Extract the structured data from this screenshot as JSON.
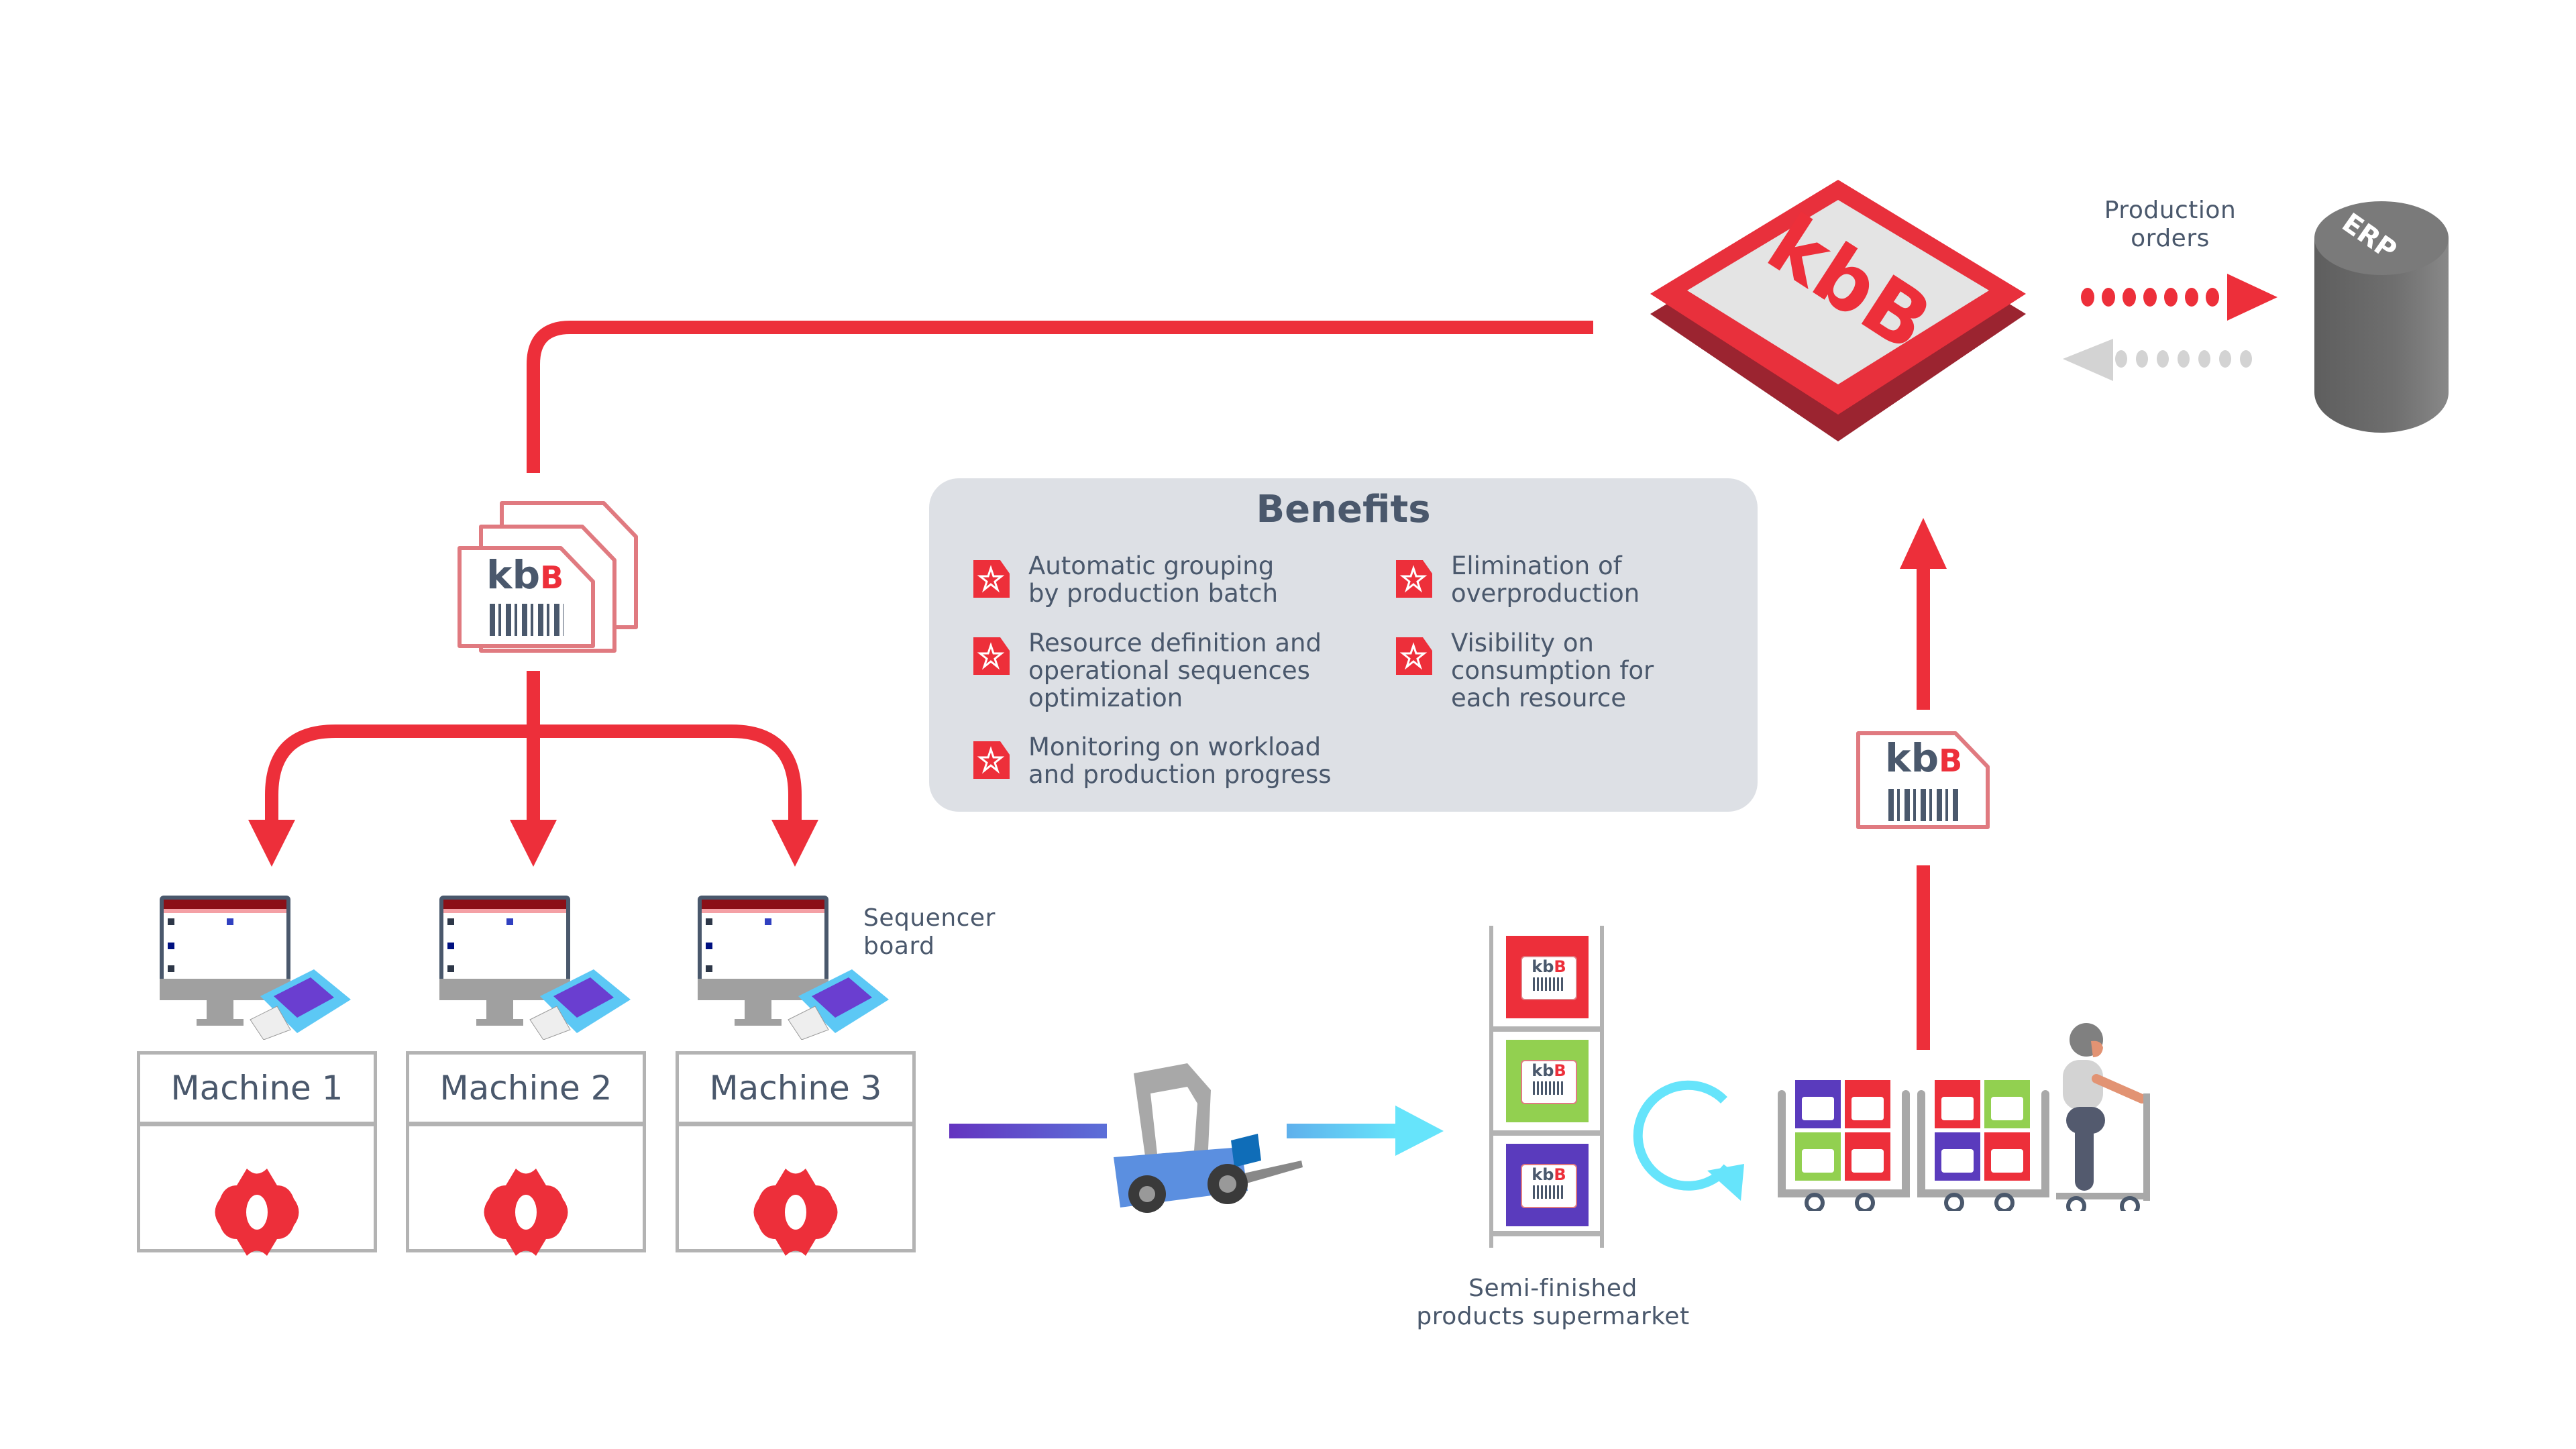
{
  "benefits": {
    "title": "Benefits",
    "items": [
      {
        "text": "Automatic grouping\nby production batch",
        "icon": "star-icon"
      },
      {
        "text": "Elimination of\noverproduction",
        "icon": "star-icon"
      },
      {
        "text": "Resource definition and\noperational sequences\noptimization",
        "icon": "star-icon"
      },
      {
        "text": "Visibility on\nconsumption for\neach resource",
        "icon": "star-icon"
      },
      {
        "text": "Monitoring on workload\nand production progress",
        "icon": "star-icon"
      }
    ]
  },
  "erp": {
    "label": "ERP",
    "flow_label": "Production\norders"
  },
  "logo": {
    "text": "kbB"
  },
  "kanban_card": {
    "prefix": "kb",
    "suffix": "B"
  },
  "sequencer": {
    "label": "Sequencer\nboard"
  },
  "machines": [
    {
      "label": "Machine 1"
    },
    {
      "label": "Machine 2"
    },
    {
      "label": "Machine 3"
    }
  ],
  "supermarket": {
    "label": "Semi-finished\nproducts supermarket",
    "bins": [
      "#ed2f3a",
      "#92d050",
      "#5a3bbd"
    ]
  },
  "carts": {
    "cart1": [
      "#5a3bbd",
      "#ed2f3a",
      "#92d050",
      "#ed2f3a"
    ],
    "cart2": [
      "#ed2f3a",
      "#92d050",
      "#5a3bbd",
      "#ed2f3a"
    ]
  },
  "colors": {
    "accent_red": "#ed2f3a",
    "text": "#4a586c",
    "panel": "#dde0e5",
    "cyan": "#66e4fb",
    "purple": "#6434c0",
    "erp_gray": "#6e6e6e"
  }
}
